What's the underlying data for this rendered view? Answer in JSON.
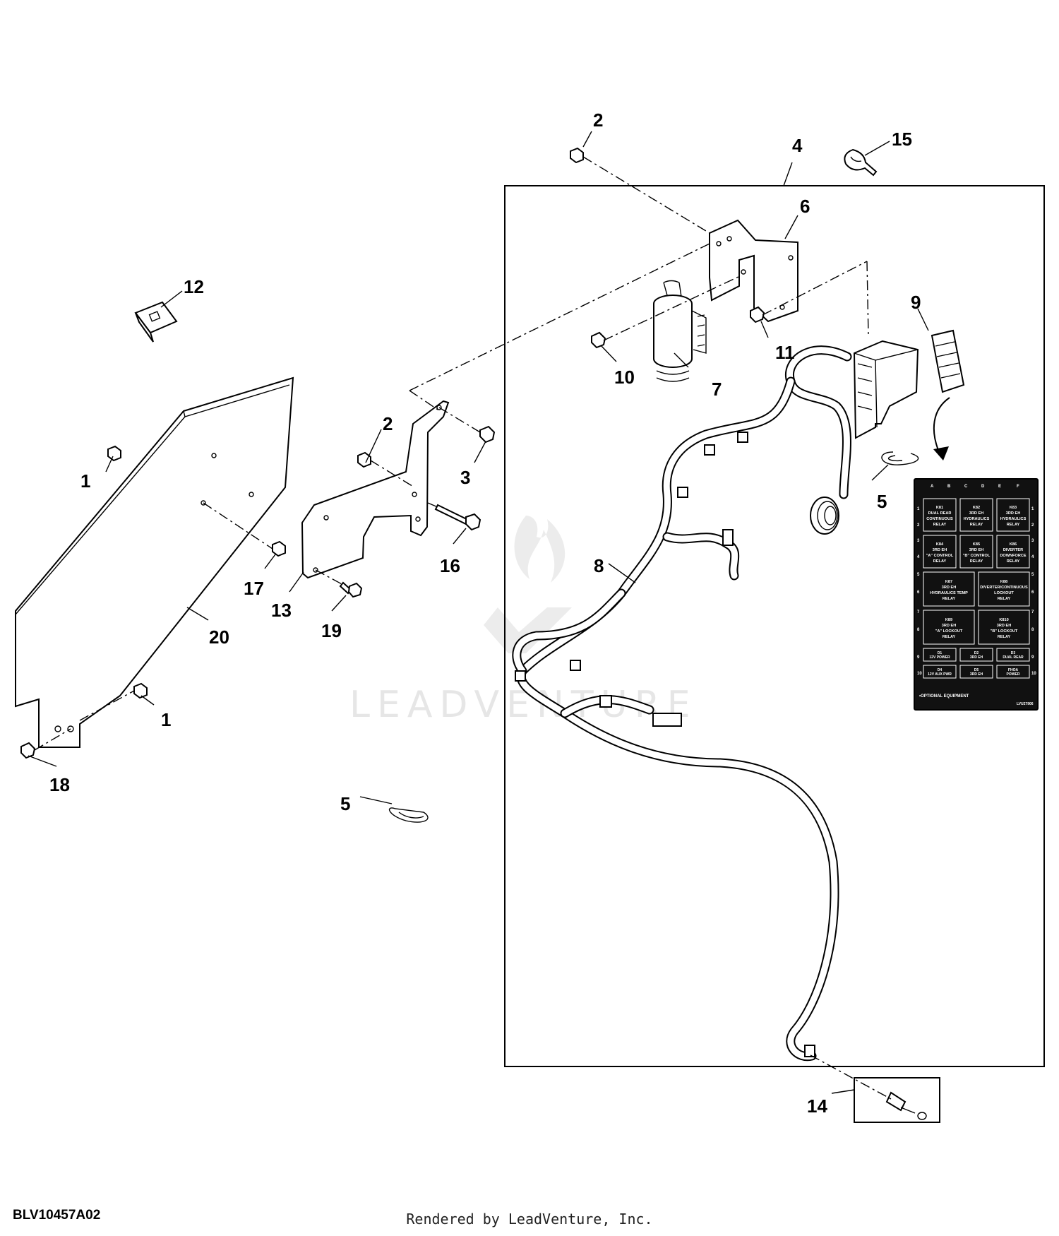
{
  "callouts": {
    "c1a": "1",
    "c1b": "1",
    "c2a": "2",
    "c2b": "2",
    "c3": "3",
    "c4": "4",
    "c5a": "5",
    "c5b": "5",
    "c6": "6",
    "c7": "7",
    "c8": "8",
    "c9": "9",
    "c10": "10",
    "c11": "11",
    "c12": "12",
    "c13": "13",
    "c14": "14",
    "c15": "15",
    "c16": "16",
    "c17": "17",
    "c18": "18",
    "c19": "19",
    "c20": "20"
  },
  "relay_label": {
    "columns": [
      "A",
      "B",
      "C",
      "D",
      "E",
      "F"
    ],
    "rows": [
      "1",
      "2",
      "3",
      "4",
      "5",
      "6",
      "7",
      "8",
      "9",
      "10"
    ],
    "cells": {
      "k1": [
        "K81",
        "DUAL REAR",
        "CONTINUOUS",
        "RELAY"
      ],
      "k2": [
        "K82",
        "3RD EH",
        "HYDRAULICS",
        "RELAY"
      ],
      "k3": [
        "K83",
        "3RD EH",
        "HYDRAULICS",
        "RELAY"
      ],
      "k4": [
        "K84",
        "3RD EH",
        "\"A\" CONTROL",
        "RELAY"
      ],
      "k5": [
        "K85",
        "3RD EH",
        "\"B\" CONTROL",
        "RELAY"
      ],
      "k6": [
        "K86",
        "DIVERTER",
        "DOWNFORCE",
        "RELAY"
      ],
      "k7": [
        "K87",
        "3RD EH",
        "HYDRAULICS TEMP",
        "RELAY"
      ],
      "k8": [
        "K88",
        "DIVERTER/CONTINUOUS",
        "LOCKOUT",
        "RELAY"
      ],
      "k9": [
        "K89",
        "3RD EH",
        "\"A\" LOCKOUT",
        "RELAY"
      ],
      "k10": [
        "K810",
        "3RD EH",
        "\"B\" LOCKOUT",
        "RELAY"
      ],
      "d1": [
        "D1",
        "12V POWER"
      ],
      "d2": [
        "D2",
        "3RD EH"
      ],
      "d3": [
        "D3",
        "DUAL REAR"
      ],
      "d4": [
        "D4",
        "12V AUX PWR"
      ],
      "d5": [
        "D5",
        "3RD EH"
      ],
      "d6": [
        "FHOA",
        "POWER"
      ]
    },
    "footnote": "•OPTIONAL EQUIPMENT",
    "code": "LVU27906"
  },
  "watermark": "LEADVENTURE",
  "drawing_id": "BLV10457A02",
  "render_credit": "Rendered by LeadVenture, Inc."
}
